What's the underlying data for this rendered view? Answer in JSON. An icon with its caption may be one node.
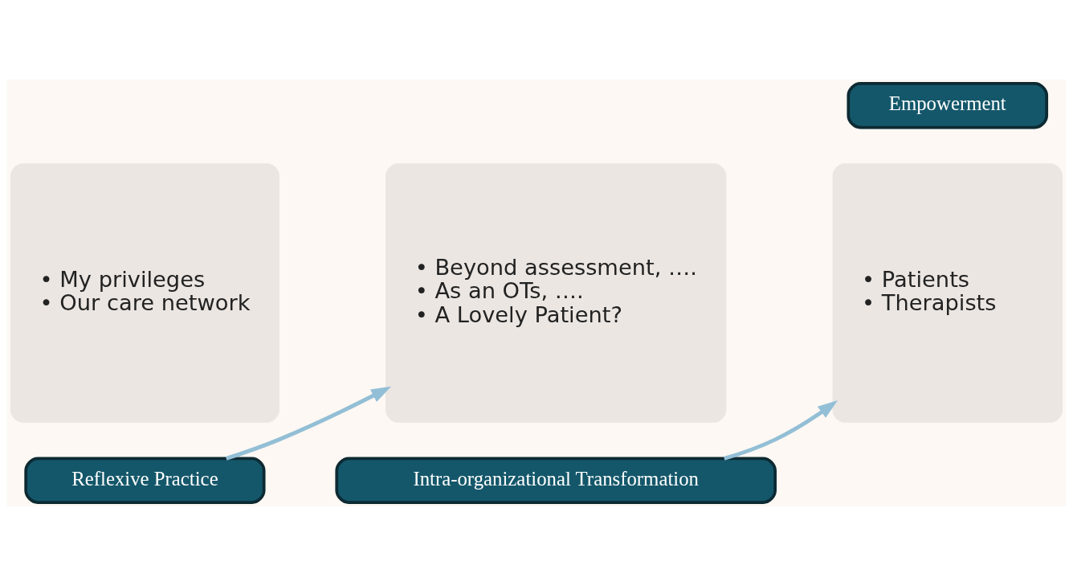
{
  "diagram": {
    "nodes": [
      {
        "text": [
          "• My privileges",
          "• Our care network"
        ]
      },
      {
        "text": [
          "Reflexive Practice"
        ]
      },
      {
        "text": [
          "Intra-organizational Transformation"
        ]
      },
      {
        "text": [
          "• Beyond assessment, ….",
          "• As an OTs, ….",
          "• A Lovely Patient?"
        ]
      },
      {
        "text": [
          "• Patients",
          "• Therapists"
        ]
      },
      {
        "text": [
          "Empowerment"
        ]
      }
    ],
    "edges": [
      {
        "from": 1,
        "to": 3,
        "arrow": "to"
      },
      {
        "from": 2,
        "to": 4,
        "arrow": "to"
      }
    ]
  }
}
